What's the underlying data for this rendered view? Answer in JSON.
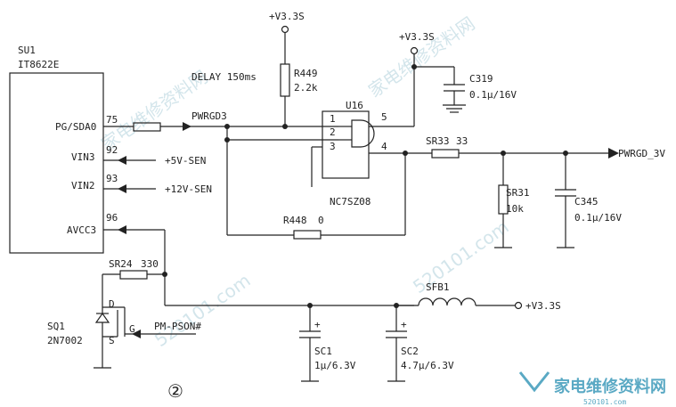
{
  "ic1": {
    "ref": "SU1",
    "part": "IT8622E",
    "pins": [
      {
        "name": "PG/SDA0",
        "num": "75"
      },
      {
        "name": "VIN3",
        "num": "92"
      },
      {
        "name": "VIN2",
        "num": "93"
      },
      {
        "name": "AVCC3",
        "num": "96"
      }
    ]
  },
  "labels": {
    "delay": "DELAY 150ms",
    "pwrgd3": "PWRGD3",
    "sen5": "+5V-SEN",
    "sen12": "+12V-SEN",
    "pwrgd_out": "PWRGD_3V",
    "pmpson": "PM-PSON#",
    "v33_top": "+V3.3S",
    "v33_c319": "+V3.3S",
    "v33_sfb": "+V3.3S",
    "circle_num": "②"
  },
  "components": {
    "r449": {
      "ref": "R449",
      "val": "2.2k"
    },
    "c319": {
      "ref": "C319",
      "val": "0.1μ/16V"
    },
    "u16": {
      "ref": "U16",
      "part": "NC7SZ08",
      "p1": "1",
      "p2": "2",
      "p3": "3",
      "p4": "4",
      "p5": "5"
    },
    "sr33": {
      "ref": "SR33",
      "val": "33"
    },
    "sr31": {
      "ref": "SR31",
      "val": "10k"
    },
    "c345": {
      "ref": "C345",
      "val": "0.1μ/16V"
    },
    "r448": {
      "ref": "R448",
      "val": "0"
    },
    "sr24": {
      "ref": "SR24",
      "val": "330"
    },
    "sq1": {
      "ref": "SQ1",
      "part": "2N7002",
      "d": "D",
      "s": "S",
      "g": "G"
    },
    "sc1": {
      "ref": "SC1",
      "val": "1μ/6.3V"
    },
    "sc2": {
      "ref": "SC2",
      "val": "4.7μ/6.3V"
    },
    "sfb1": {
      "ref": "SFB1"
    }
  },
  "watermark": {
    "text": "家电维修资料网",
    "url": "520101.com"
  },
  "colors": {
    "ink": "#222222",
    "watermark": "#c9dfe6",
    "logo": "#5aa9c4"
  }
}
